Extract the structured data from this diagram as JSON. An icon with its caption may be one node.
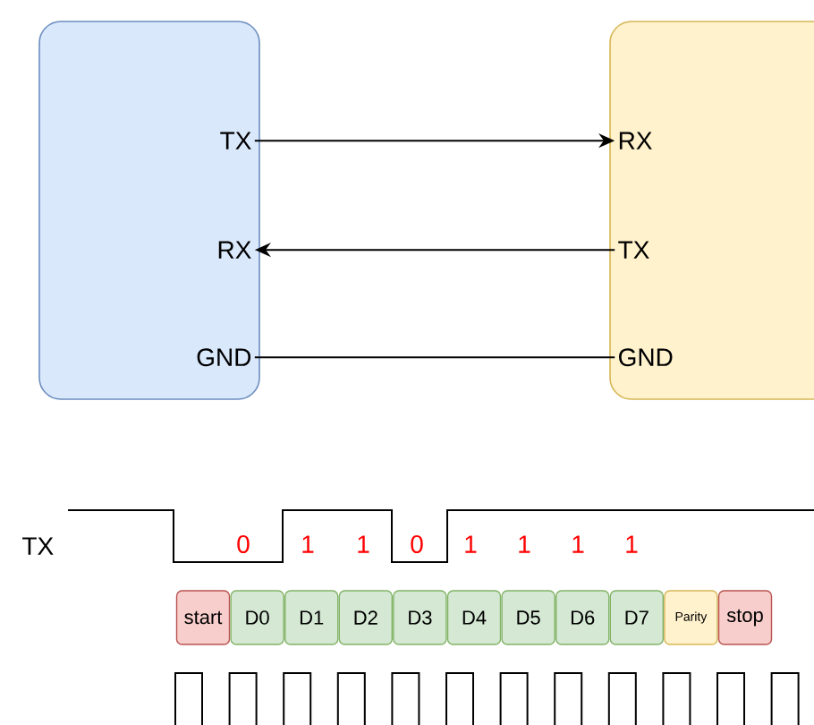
{
  "diagram": {
    "nodes": [
      {
        "text": [],
        "shape": "box"
      },
      {
        "text": [
          "TX"
        ],
        "in": 0
      },
      {
        "text": [
          "RX"
        ],
        "in": 0
      },
      {
        "text": [
          "GND"
        ],
        "in": 0
      },
      {
        "text": [],
        "shape": "box"
      },
      {
        "text": [
          "RX"
        ],
        "in": 4
      },
      {
        "text": [
          "TX"
        ],
        "in": 4
      },
      {
        "text": [
          "GND"
        ],
        "in": 4
      },
      {
        "text": [
          "start"
        ]
      },
      {
        "text": [
          "D0"
        ]
      },
      {
        "text": [
          "D1"
        ]
      },
      {
        "text": [
          "D2"
        ]
      },
      {
        "text": [
          "D3"
        ]
      },
      {
        "text": [
          "D4"
        ]
      },
      {
        "text": [
          "D5"
        ]
      },
      {
        "text": [
          "D6"
        ]
      },
      {
        "text": [
          "D7"
        ]
      },
      {
        "text": [
          "Parity"
        ]
      },
      {
        "text": [
          "stop"
        ]
      }
    ],
    "edges": [
      {
        "from": 1,
        "to": 5,
        "arrow": "to"
      },
      {
        "from": 6,
        "to": 2,
        "arrow": "to"
      },
      {
        "from": 3,
        "to": 7,
        "arrow": "none"
      }
    ],
    "labels": [
      "TX",
      "0",
      "1",
      "1",
      "0",
      "1",
      "1",
      "1",
      "1"
    ]
  }
}
